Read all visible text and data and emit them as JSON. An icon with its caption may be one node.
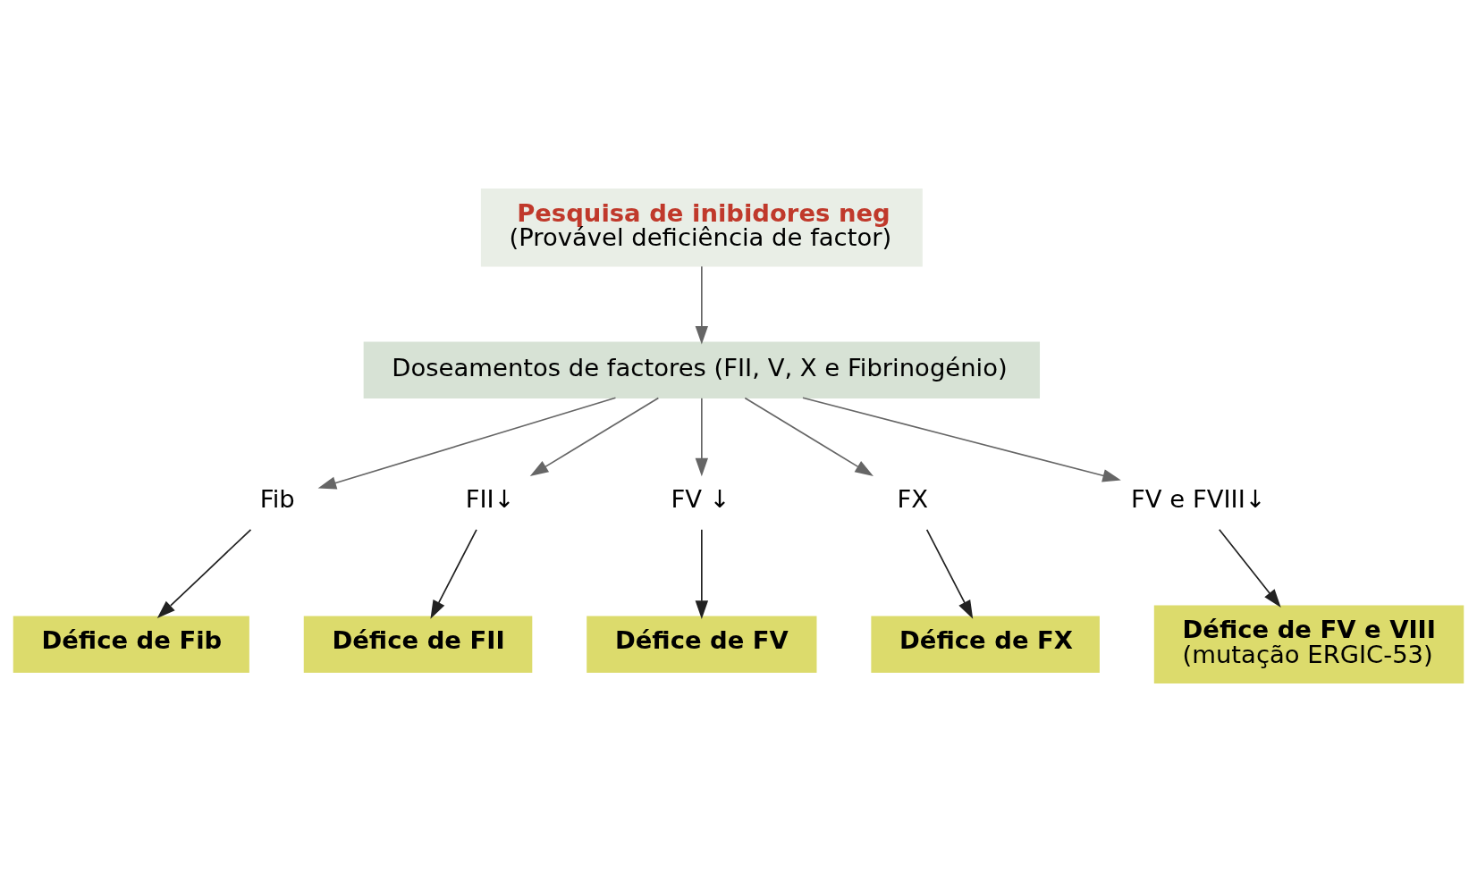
{
  "diagram": {
    "nodes": [
      {
        "text": [
          "Pesquisa de inibidores neg",
          "(Provável deficiência de factor)"
        ]
      },
      {
        "text": [
          "Doseamentos de factores (FII, V, X e Fibrinogénio)"
        ]
      },
      {
        "text": [
          "Fib"
        ]
      },
      {
        "text": [
          "FII↓"
        ]
      },
      {
        "text": [
          "FV ↓"
        ]
      },
      {
        "text": [
          "FX"
        ]
      },
      {
        "text": [
          "FV e FVIII↓"
        ]
      },
      {
        "text": [
          "Défice de Fib"
        ]
      },
      {
        "text": [
          "Défice de FII"
        ]
      },
      {
        "text": [
          "Défice de FV"
        ]
      },
      {
        "text": [
          "Défice de FX"
        ]
      },
      {
        "text": [
          "Défice de FV e VIII",
          "(mutação ERGIC-53)"
        ]
      }
    ],
    "edges": [
      {
        "from": 0,
        "to": 1,
        "arrow": "to"
      },
      {
        "from": 1,
        "to": 2,
        "arrow": "to"
      },
      {
        "from": 1,
        "to": 3,
        "arrow": "to"
      },
      {
        "from": 1,
        "to": 4,
        "arrow": "to"
      },
      {
        "from": 1,
        "to": 5,
        "arrow": "to"
      },
      {
        "from": 1,
        "to": 6,
        "arrow": "to"
      },
      {
        "from": 2,
        "to": 7,
        "arrow": "to",
        "color": "#222222"
      },
      {
        "from": 3,
        "to": 8,
        "arrow": "to",
        "color": "#222222"
      },
      {
        "from": 4,
        "to": 9,
        "arrow": "to",
        "color": "#222222"
      },
      {
        "from": 5,
        "to": 10,
        "arrow": "to",
        "color": "#222222"
      },
      {
        "from": 6,
        "to": 11,
        "arrow": "to",
        "color": "#222222"
      }
    ]
  }
}
